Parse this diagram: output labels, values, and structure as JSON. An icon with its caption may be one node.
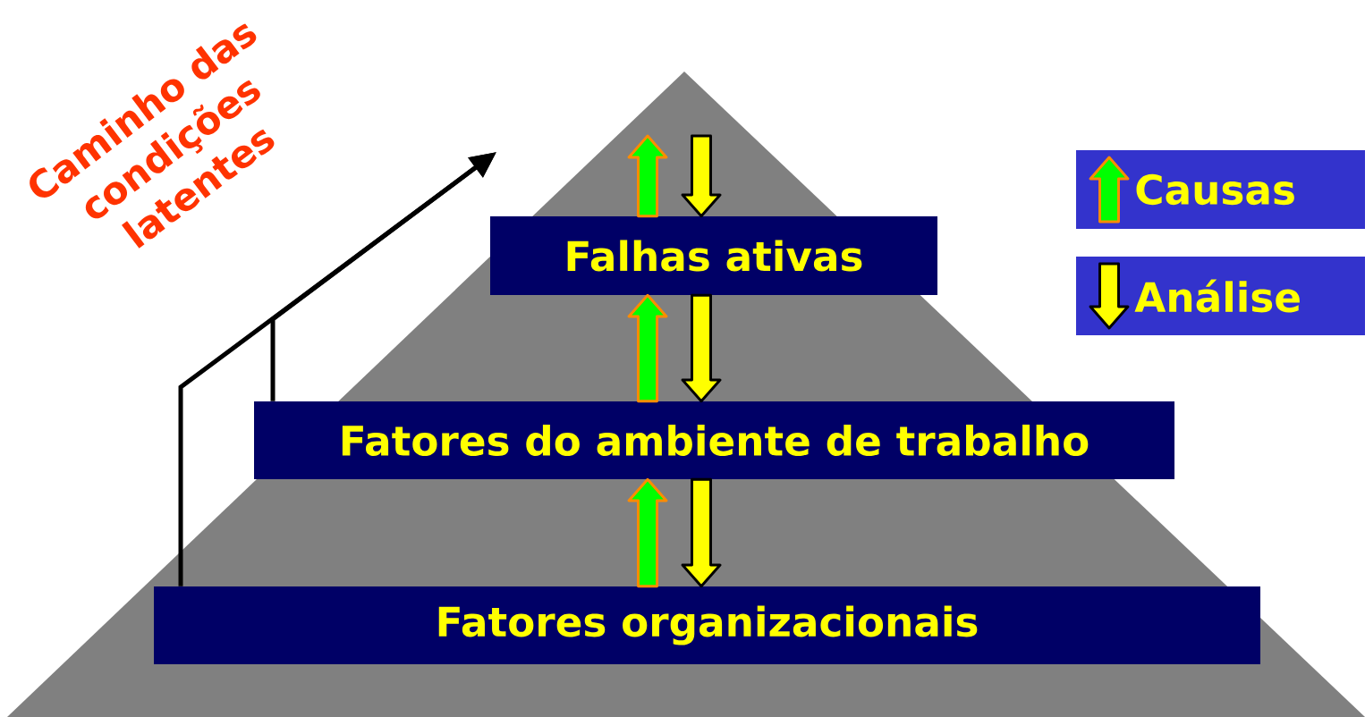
{
  "diagram": {
    "nodes": [
      {
        "text": [
          "Falhas ativas"
        ]
      },
      {
        "text": [
          "Fatores do ambiente de trabalho"
        ]
      },
      {
        "text": [
          "Fatores organizacionais"
        ]
      }
    ],
    "edges": [
      {
        "from": 2,
        "to": 1,
        "arrow": "to",
        "style": "thick",
        "color": "#00ff00"
      },
      {
        "from": 1,
        "to": 2,
        "arrow": "to",
        "style": "thick",
        "color": "#ffff00"
      },
      {
        "from": 1,
        "to": 0,
        "arrow": "to",
        "style": "thick",
        "color": "#00ff00"
      },
      {
        "from": 0,
        "to": 1,
        "arrow": "to",
        "style": "thick",
        "color": "#ffff00"
      },
      {
        "from": 0,
        "to": null,
        "arrow": "to",
        "style": "thick",
        "color": "#00ff00"
      },
      {
        "from": null,
        "to": 0,
        "arrow": "to",
        "style": "thick",
        "color": "#ffff00"
      },
      {
        "from": 2,
        "to": null,
        "arrow": "to",
        "color": "#000000"
      },
      {
        "from": 1,
        "to": null,
        "arrow": "to",
        "color": "#000000"
      }
    ],
    "labels": [
      "Caminho das condições latentes"
    ],
    "legend": [
      {
        "text": "Causas"
      },
      {
        "text": "Análise"
      }
    ]
  }
}
